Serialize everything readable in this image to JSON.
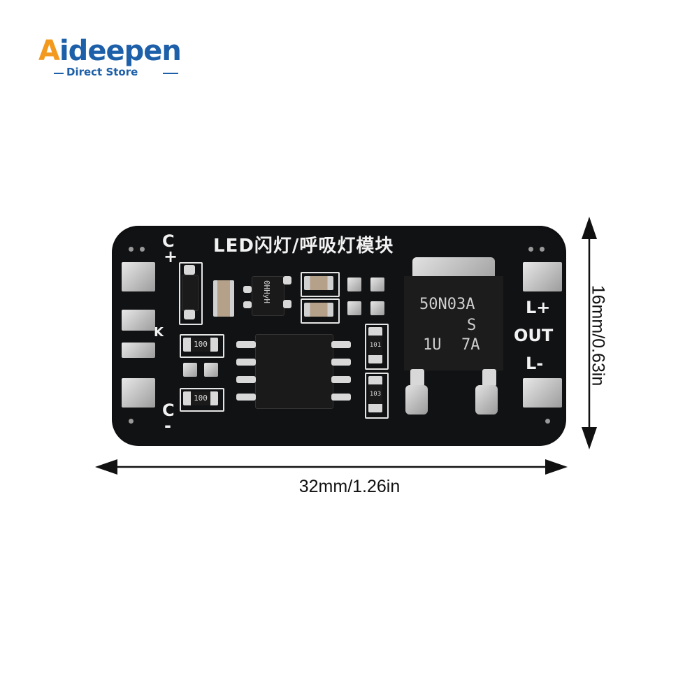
{
  "logo": {
    "brand_a": "A",
    "brand_rest": "ideepen",
    "tagline": "Direct Store"
  },
  "product": {
    "silkscreen_title": "LED闪灯/呼吸灯模块",
    "labels": {
      "top_left_c": "C",
      "top_left_plus": "+",
      "k": "K",
      "bottom_left_c": "C",
      "bottom_left_minus": "-",
      "l_plus": "L+",
      "out": "OUT",
      "l_minus": "L-"
    },
    "chip_marks": {
      "mosfet_line1": "50N03A",
      "mosfet_s": "S",
      "mosfet_lu": "1U",
      "mosfet_7a": "7A",
      "sot": "0HHyH",
      "res1": "100",
      "res2": "100",
      "res3": "101",
      "res4": "103"
    }
  },
  "dimensions": {
    "width": "32mm/1.26in",
    "height": "16mm/0.63in"
  },
  "colors": {
    "pcb": "#111214",
    "brand_blue": "#1d5fa8",
    "brand_orange": "#f39a1e"
  }
}
